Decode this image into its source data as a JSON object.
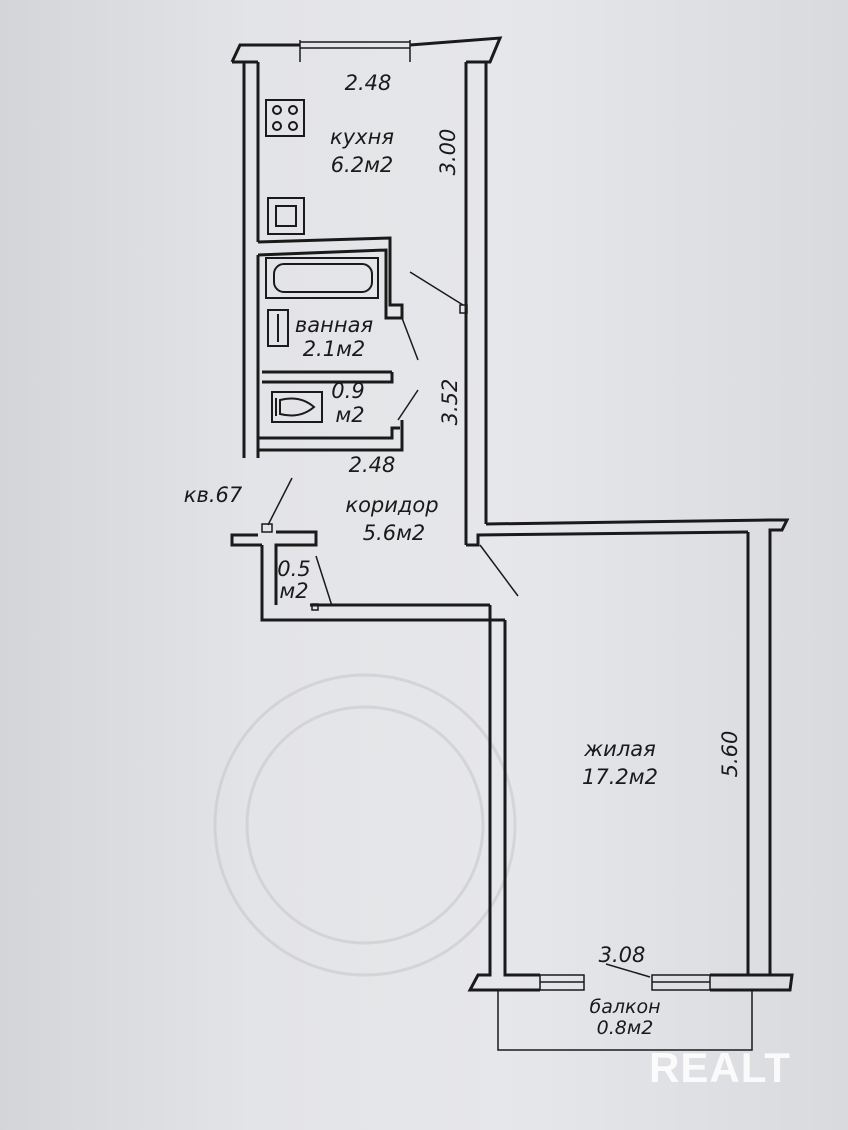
{
  "rooms": {
    "kitchen": {
      "name": "кухня",
      "area": "6.2м2"
    },
    "bathroom": {
      "name": "ванная",
      "area": "2.1м2"
    },
    "toilet": {
      "area_value": "0.9",
      "area_unit": "м2"
    },
    "corridor": {
      "name": "коридор",
      "area": "5.6м2"
    },
    "closet": {
      "area_value": "0.5",
      "area_unit": "м2"
    },
    "living": {
      "name": "жилая",
      "area": "17.2м2"
    },
    "balcony": {
      "name": "балкон",
      "area": "0.8м2"
    }
  },
  "dimensions": {
    "kitchen_width": "2.48",
    "kitchen_length": "3.00",
    "bath_width": "2.48",
    "corridor_length": "3.52",
    "living_length": "5.60",
    "living_width": "3.08"
  },
  "apartment_label": "кв.67",
  "watermark": "REALT",
  "colors": {
    "wall": "#1a1a1a",
    "paper": "#e3e4e7",
    "watermark": "#ffffff"
  }
}
